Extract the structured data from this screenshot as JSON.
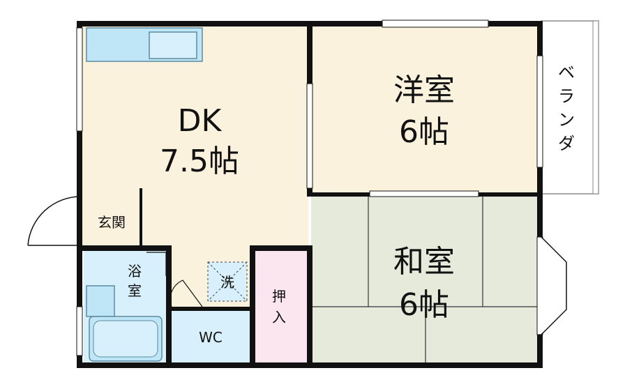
{
  "rooms": {
    "dk": {
      "name": "DK",
      "size": "7.5帖",
      "fill": "#fbf2de"
    },
    "yoshitsu": {
      "name": "洋室",
      "size": "6帖",
      "fill": "#fbf2de"
    },
    "washitsu": {
      "name": "和室",
      "size": "6帖",
      "fill": "#e5eadb"
    },
    "genkan": {
      "label": "玄関"
    },
    "yokushitsu": {
      "label_top": "浴",
      "label_bottom": "室",
      "fill": "#d8f0fb"
    },
    "wc": {
      "label": "WC",
      "fill": "#d8f0fb"
    },
    "oshiire": {
      "label_top": "押",
      "label_bottom": "入",
      "fill": "#fbe5ef"
    },
    "sentaku": {
      "label": "洗"
    }
  },
  "balcony": {
    "label": [
      "ベ",
      "ラ",
      "ン",
      "ダ"
    ]
  },
  "colors": {
    "wall": "#111111",
    "fixture": "#bfe6f7",
    "tatami_line": "#333333"
  }
}
